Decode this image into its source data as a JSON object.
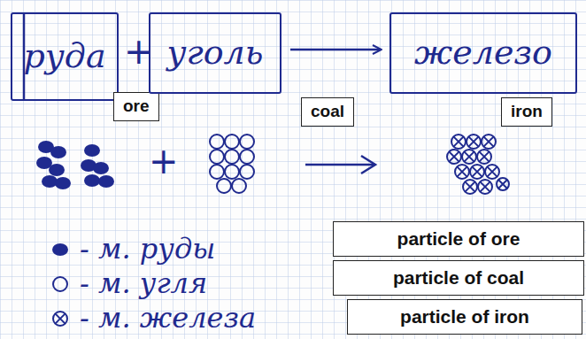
{
  "diagram": {
    "nodes": [
      {
        "text": [
          "руда",
          "ore"
        ]
      },
      {
        "text": [
          "уголь",
          "coal"
        ]
      },
      {
        "text": [
          "железо",
          "iron"
        ]
      }
    ],
    "edges": [
      {
        "from": 1,
        "to": 2,
        "arrow": "to"
      }
    ],
    "labels": [
      "+",
      "+",
      "particle of ore",
      "particle of coal",
      "particle of iron"
    ],
    "legend": [
      {
        "text": "- м. руды"
      },
      {
        "text": "- м. угля"
      },
      {
        "text": "- м. железа"
      }
    ]
  }
}
